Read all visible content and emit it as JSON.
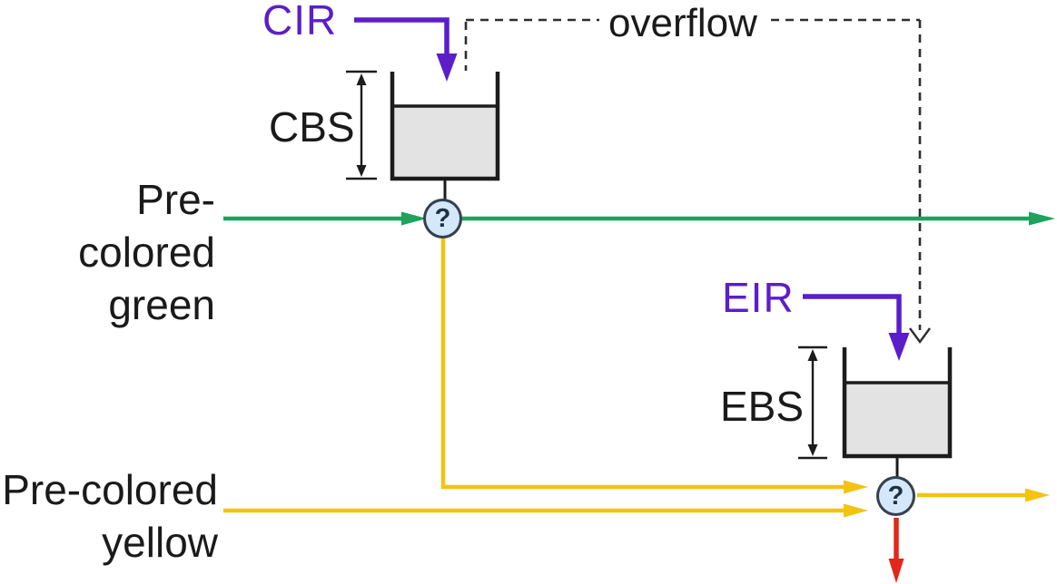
{
  "diagram": {
    "inputs": {
      "green_line1": "Pre-colored",
      "green_line2": "green",
      "yellow_line1": "Pre-colored",
      "yellow_line2": "yellow"
    },
    "buckets": {
      "committed": {
        "rate": "CIR",
        "burst": "CBS"
      },
      "excess": {
        "rate": "EIR",
        "burst": "EBS"
      }
    },
    "overflow_label": "overflow",
    "markers": {
      "first": "?",
      "second": "?"
    },
    "colors": {
      "purple": "#5b1ec9",
      "green": "#1ca35c",
      "yellow": "#f2c410",
      "red": "#e3261a",
      "bucket_fill": "#e3e3e3",
      "outline": "#1c1c1c",
      "circle_fill": "#d5e8fa",
      "circle_border": "#35414e",
      "text": "#1a1a1a"
    }
  }
}
